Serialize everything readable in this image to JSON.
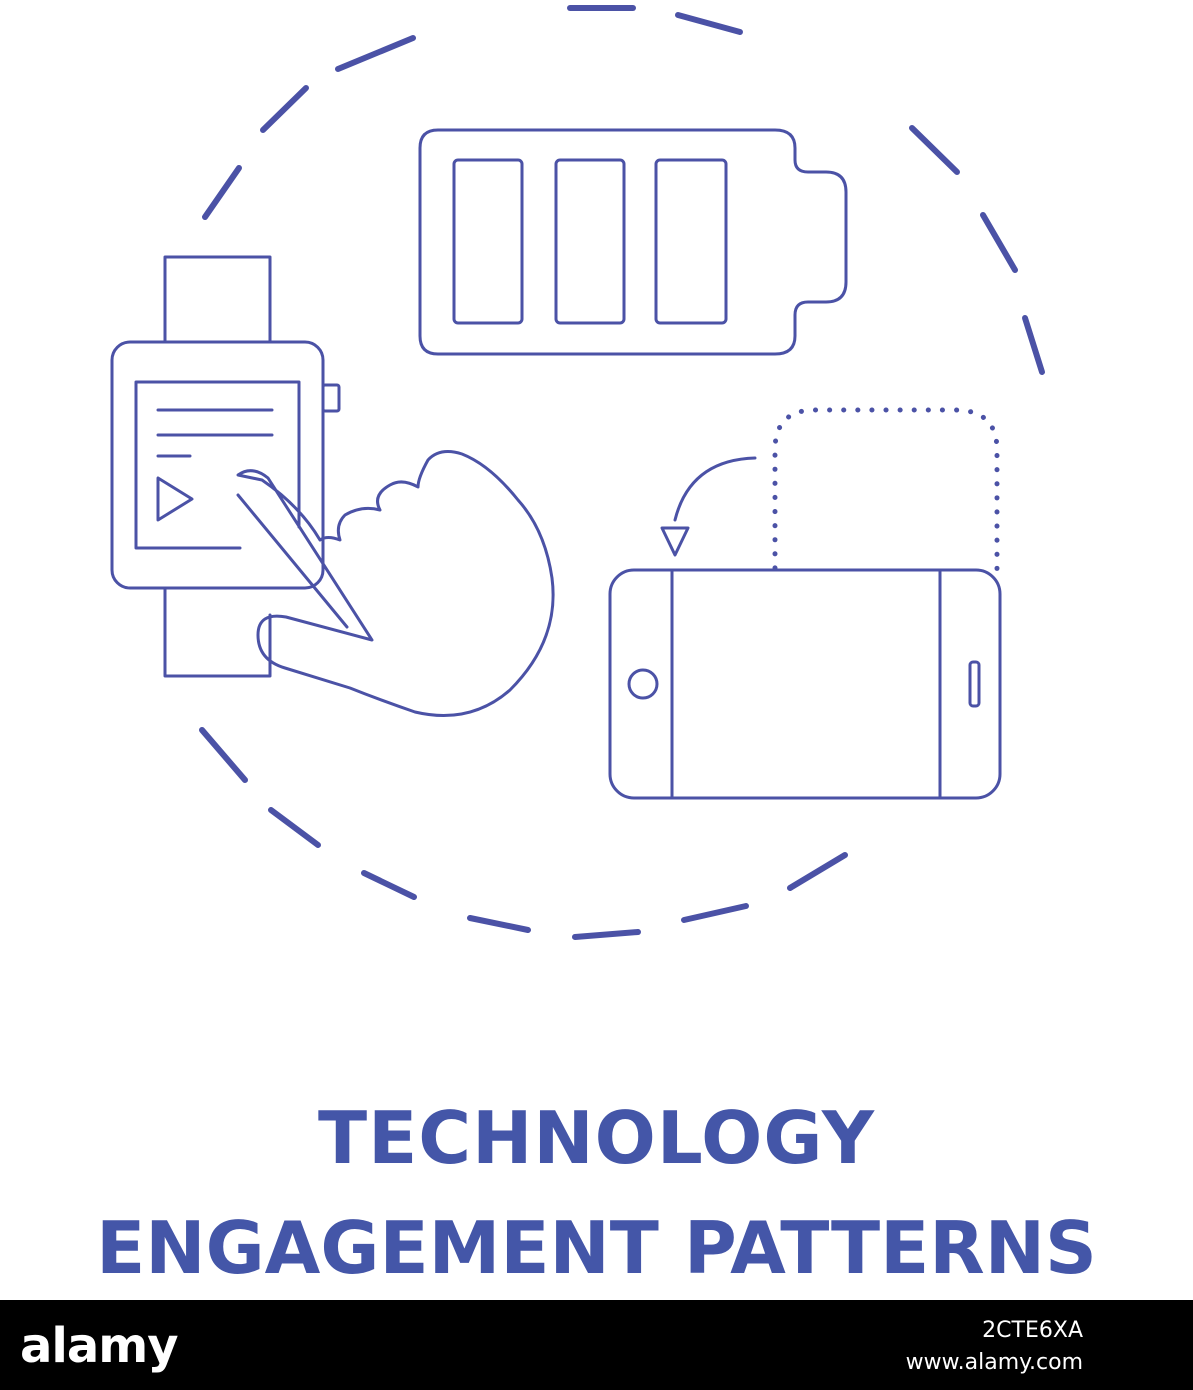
{
  "title": {
    "line1": "TECHNOLOGY",
    "line2": "ENGAGEMENT PATTERNS"
  },
  "footer": {
    "logo": "alamy",
    "image_id": "2CTE6XA",
    "url": "www.alamy.com"
  },
  "colors": {
    "gradient_start": "#2fb8ee",
    "gradient_end": "#4b55a8",
    "title": "#4456a8",
    "footer_bg": "#000000"
  },
  "icons": [
    "battery-icon",
    "smartwatch-icon",
    "hand-pointing-icon",
    "smartphone-rotate-icon",
    "dashed-circle"
  ]
}
